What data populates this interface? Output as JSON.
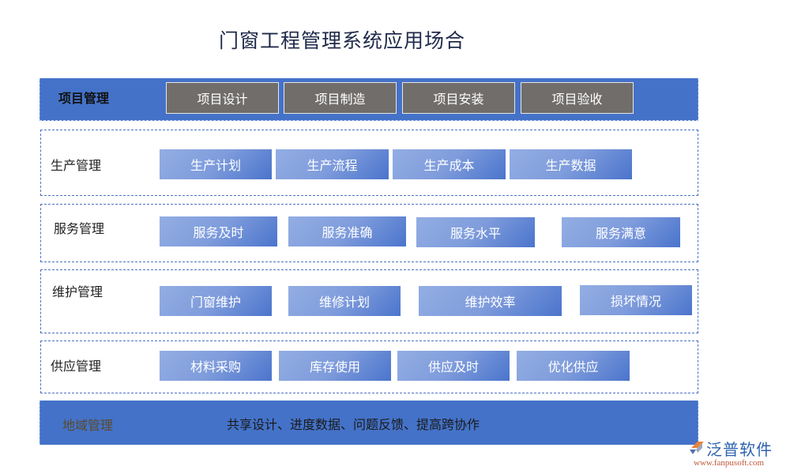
{
  "title": "门窗工程管理系统应用场合",
  "colors": {
    "bar_blue": "#4472c8",
    "gray_box": "#706d6b",
    "gradient_light": "#93aee3",
    "gradient_dark": "#4a74cc",
    "dashed_border": "#4a72c4",
    "logo_blue": "#2d62b0",
    "logo_url": "#c0573a"
  },
  "sections": [
    {
      "label": "项目管理",
      "items": [
        "项目设计",
        "项目制造",
        "项目安装",
        "项目验收"
      ]
    },
    {
      "label": "生产管理",
      "items": [
        "生产计划",
        "生产流程",
        "生产成本",
        "生产数据"
      ]
    },
    {
      "label": "服务管理",
      "items": [
        "服务及时",
        "服务准确",
        "服务水平",
        "服务满意"
      ]
    },
    {
      "label": "维护管理",
      "items": [
        "门窗维护",
        "维修计划",
        "维护效率",
        "损坏情况"
      ]
    },
    {
      "label": "供应管理",
      "items": [
        "材料采购",
        "库存使用",
        "供应及时",
        "优化供应"
      ]
    },
    {
      "label": "地域管理",
      "description": "共享设计、进度数据、问题反馈、提高跨协作"
    }
  ],
  "logo": {
    "name": "泛普软件",
    "url": "www.fanpusoft.com",
    "icon": "fanpu-logo-icon"
  }
}
